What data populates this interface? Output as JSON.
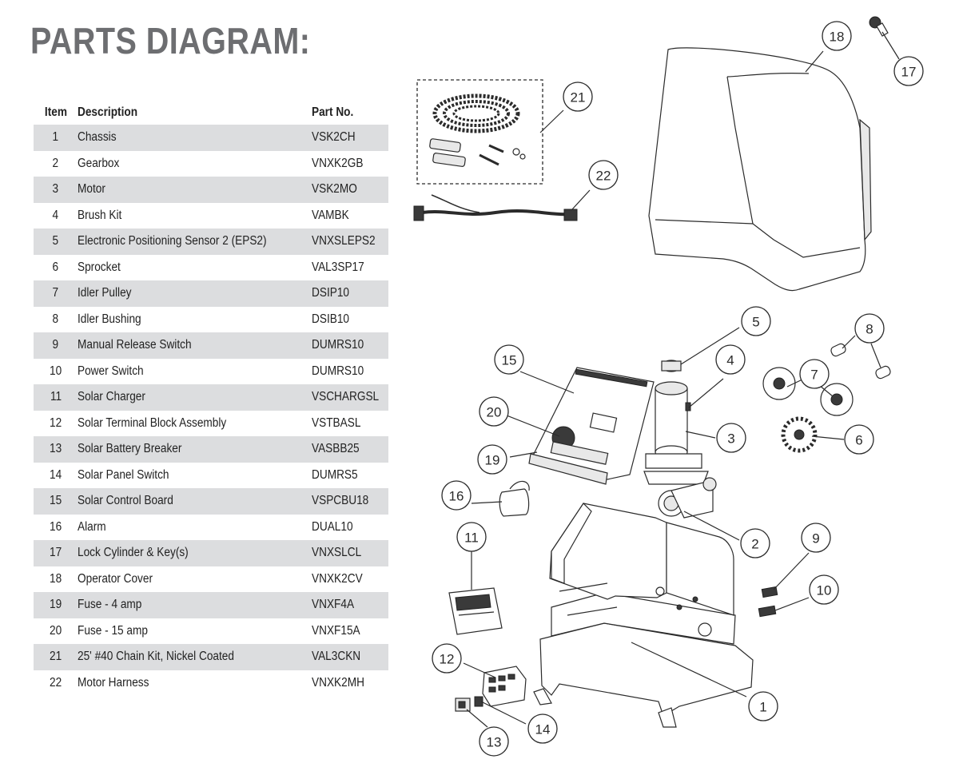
{
  "title": "PARTS DIAGRAM:",
  "table": {
    "headers": {
      "item": "Item",
      "description": "Description",
      "part_no": "Part No."
    },
    "rows": [
      {
        "item": "1",
        "description": "Chassis",
        "part_no": "VSK2CH"
      },
      {
        "item": "2",
        "description": "Gearbox",
        "part_no": "VNXK2GB"
      },
      {
        "item": "3",
        "description": "Motor",
        "part_no": "VSK2MO"
      },
      {
        "item": "4",
        "description": "Brush Kit",
        "part_no": "VAMBK"
      },
      {
        "item": "5",
        "description": "Electronic Positioning Sensor 2 (EPS2)",
        "part_no": "VNXSLEPS2"
      },
      {
        "item": "6",
        "description": "Sprocket",
        "part_no": "VAL3SP17"
      },
      {
        "item": "7",
        "description": "Idler Pulley",
        "part_no": "DSIP10"
      },
      {
        "item": "8",
        "description": "Idler Bushing",
        "part_no": "DSIB10"
      },
      {
        "item": "9",
        "description": "Manual Release Switch",
        "part_no": "DUMRS10"
      },
      {
        "item": "10",
        "description": "Power Switch",
        "part_no": "DUMRS10"
      },
      {
        "item": "11",
        "description": "Solar Charger",
        "part_no": "VSCHARGSL"
      },
      {
        "item": "12",
        "description": "Solar Terminal Block Assembly",
        "part_no": "VSTBASL"
      },
      {
        "item": "13",
        "description": "Solar Battery Breaker",
        "part_no": "VASBB25"
      },
      {
        "item": "14",
        "description": "Solar Panel Switch",
        "part_no": "DUMRS5"
      },
      {
        "item": "15",
        "description": "Solar Control Board",
        "part_no": "VSPCBU18"
      },
      {
        "item": "16",
        "description": "Alarm",
        "part_no": "DUAL10"
      },
      {
        "item": "17",
        "description": "Lock Cylinder & Key(s)",
        "part_no": "VNXSLCL"
      },
      {
        "item": "18",
        "description": "Operator Cover",
        "part_no": "VNXK2CV"
      },
      {
        "item": "19",
        "description": "Fuse - 4 amp",
        "part_no": "VNXF4A"
      },
      {
        "item": "20",
        "description": "Fuse - 15 amp",
        "part_no": "VNXF15A"
      },
      {
        "item": "21",
        "description": "25' #40 Chain Kit, Nickel Coated",
        "part_no": "VAL3CKN"
      },
      {
        "item": "22",
        "description": "Motor Harness",
        "part_no": "VNXK2MH"
      }
    ]
  },
  "callouts": [
    "1",
    "2",
    "3",
    "4",
    "5",
    "6",
    "7",
    "8",
    "9",
    "10",
    "11",
    "12",
    "13",
    "14",
    "15",
    "16",
    "17",
    "18",
    "19",
    "20",
    "21",
    "22"
  ]
}
